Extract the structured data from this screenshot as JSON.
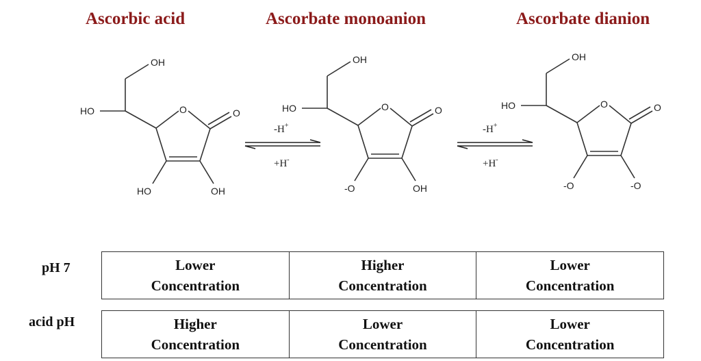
{
  "titles": [
    "Ascorbic acid",
    "Ascorbate monoanion",
    "Ascorbate dianion"
  ],
  "molecules": [
    {
      "top_oh": "OH",
      "side_ho": "HO",
      "ring_o": "O",
      "carbonyl_o": "O",
      "left_sub": "HO",
      "right_sub": "OH"
    },
    {
      "top_oh": "OH",
      "side_ho": "HO",
      "ring_o": "O",
      "carbonyl_o": "O",
      "left_sub": "-O",
      "right_sub": "OH"
    },
    {
      "top_oh": "OH",
      "side_ho": "HO",
      "ring_o": "O",
      "carbonyl_o": "O",
      "left_sub": "-O",
      "right_sub": "-O"
    }
  ],
  "equilibria": [
    {
      "forward": "-H",
      "forward_sup": "+",
      "reverse": "+H",
      "reverse_sup": "-"
    },
    {
      "forward": "-H",
      "forward_sup": "+",
      "reverse": "+H",
      "reverse_sup": "-"
    }
  ],
  "table": {
    "rows": [
      {
        "label": "pH 7",
        "cells": [
          [
            "Lower",
            "Concentration"
          ],
          [
            "Higher",
            "Concentration"
          ],
          [
            "Lower",
            "Concentration"
          ]
        ]
      },
      {
        "label": "acid pH",
        "cells": [
          [
            "Higher",
            "Concentration"
          ],
          [
            "Lower",
            "Concentration"
          ],
          [
            "Lower",
            "Concentration"
          ]
        ]
      }
    ]
  }
}
